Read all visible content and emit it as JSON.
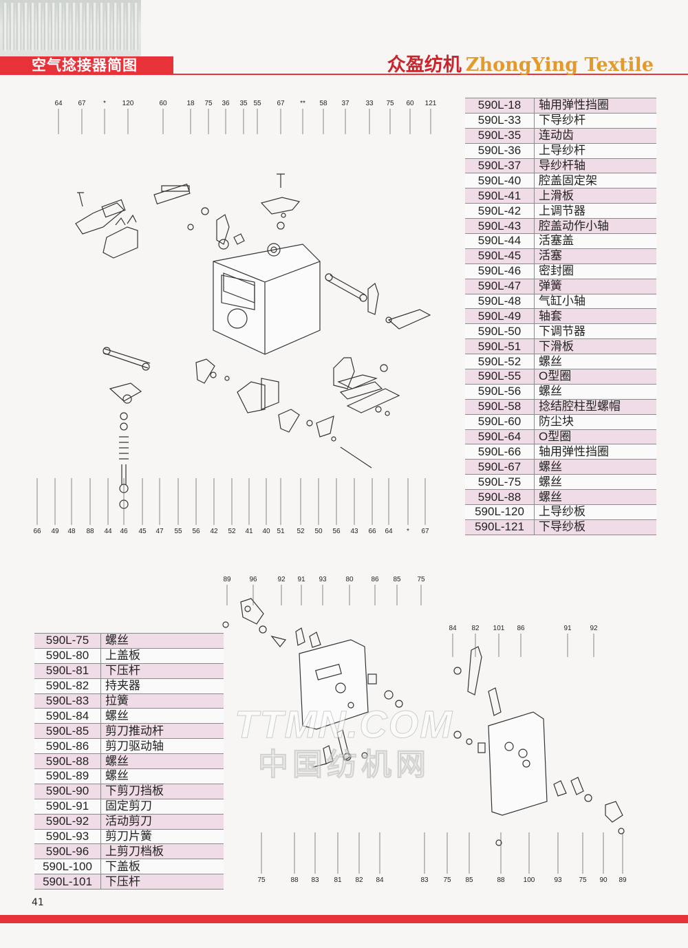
{
  "header": {
    "section_title": "空气捻接器简图",
    "brand_cn": "众盈纺机",
    "brand_en": "ZhongYing Textile"
  },
  "top_diagram": {
    "top_labels": [
      "64",
      "67",
      "*",
      "120",
      "60",
      "18",
      "75",
      "36",
      "35",
      "55",
      "67",
      "**",
      "58",
      "37",
      "33",
      "75",
      "60",
      "121"
    ],
    "bottom_labels": [
      "66",
      "49",
      "48",
      "88",
      "44",
      "46",
      "45",
      "47",
      "55",
      "56",
      "42",
      "52",
      "41",
      "40",
      "51",
      "52",
      "50",
      "56",
      "43",
      "66",
      "64",
      "*",
      "67"
    ]
  },
  "bottom_diagram": {
    "top_labels_left": [
      "89",
      "96",
      "92",
      "91",
      "93",
      "80",
      "86",
      "85",
      "75"
    ],
    "top_labels_right": [
      "84",
      "82",
      "101",
      "86",
      "91",
      "92"
    ],
    "bottom_labels": [
      "75",
      "88",
      "83",
      "81",
      "82",
      "84",
      "83",
      "75",
      "85",
      "88",
      "100",
      "93",
      "75",
      "90",
      "89"
    ]
  },
  "parts_table_1": [
    {
      "code": "590L-18",
      "name": "轴用弹性挡圈"
    },
    {
      "code": "590L-33",
      "name": "下导纱杆"
    },
    {
      "code": "590L-35",
      "name": "连动齿"
    },
    {
      "code": "590L-36",
      "name": "上导纱杆"
    },
    {
      "code": "590L-37",
      "name": "导纱杆轴"
    },
    {
      "code": "590L-40",
      "name": "腔盖固定架"
    },
    {
      "code": "590L-41",
      "name": "上滑板"
    },
    {
      "code": "590L-42",
      "name": "上调节器"
    },
    {
      "code": "590L-43",
      "name": "腔盖动作小轴"
    },
    {
      "code": "590L-44",
      "name": "活塞盖"
    },
    {
      "code": "590L-45",
      "name": "活塞"
    },
    {
      "code": "590L-46",
      "name": "密封圈"
    },
    {
      "code": "590L-47",
      "name": "弹簧"
    },
    {
      "code": "590L-48",
      "name": "气缸小轴"
    },
    {
      "code": "590L-49",
      "name": "轴套"
    },
    {
      "code": "590L-50",
      "name": "下调节器"
    },
    {
      "code": "590L-51",
      "name": "下滑板"
    },
    {
      "code": "590L-52",
      "name": "螺丝"
    },
    {
      "code": "590L-55",
      "name": "O型圈"
    },
    {
      "code": "590L-56",
      "name": "螺丝"
    },
    {
      "code": "590L-58",
      "name": "捻结腔柱型螺帽"
    },
    {
      "code": "590L-60",
      "name": "防尘块"
    },
    {
      "code": "590L-64",
      "name": "O型圈"
    },
    {
      "code": "590L-66",
      "name": "轴用弹性挡圈"
    },
    {
      "code": "590L-67",
      "name": "螺丝"
    },
    {
      "code": "590L-75",
      "name": "螺丝"
    },
    {
      "code": "590L-88",
      "name": "螺丝"
    },
    {
      "code": "590L-120",
      "name": "上导纱板"
    },
    {
      "code": "590L-121",
      "name": "下导纱板"
    }
  ],
  "parts_table_2": [
    {
      "code": "590L-75",
      "name": "螺丝"
    },
    {
      "code": "590L-80",
      "name": "上盖板"
    },
    {
      "code": "590L-81",
      "name": "下压杆"
    },
    {
      "code": "590L-82",
      "name": "持夹器"
    },
    {
      "code": "590L-83",
      "name": "拉簧"
    },
    {
      "code": "590L-84",
      "name": "螺丝"
    },
    {
      "code": "590L-85",
      "name": "剪刀推动杆"
    },
    {
      "code": "590L-86",
      "name": "剪刀驱动轴"
    },
    {
      "code": "590L-88",
      "name": "螺丝"
    },
    {
      "code": "590L-89",
      "name": "螺丝"
    },
    {
      "code": "590L-90",
      "name": "下剪刀挡板"
    },
    {
      "code": "590L-91",
      "name": "固定剪刀"
    },
    {
      "code": "590L-92",
      "name": "活动剪刀"
    },
    {
      "code": "590L-93",
      "name": "剪刀片簧"
    },
    {
      "code": "590L-96",
      "name": "上剪刀档板"
    },
    {
      "code": "590L-100",
      "name": "下盖板"
    },
    {
      "code": "590L-101",
      "name": "下压杆"
    }
  ],
  "watermark": {
    "line1": "TTMN.COM",
    "line2": "中国纺机网"
  },
  "page_number": "41",
  "colors": {
    "accent_red": "#e7323a",
    "brand_orange": "#e39a2b",
    "row_pink": "#f0dce6"
  }
}
